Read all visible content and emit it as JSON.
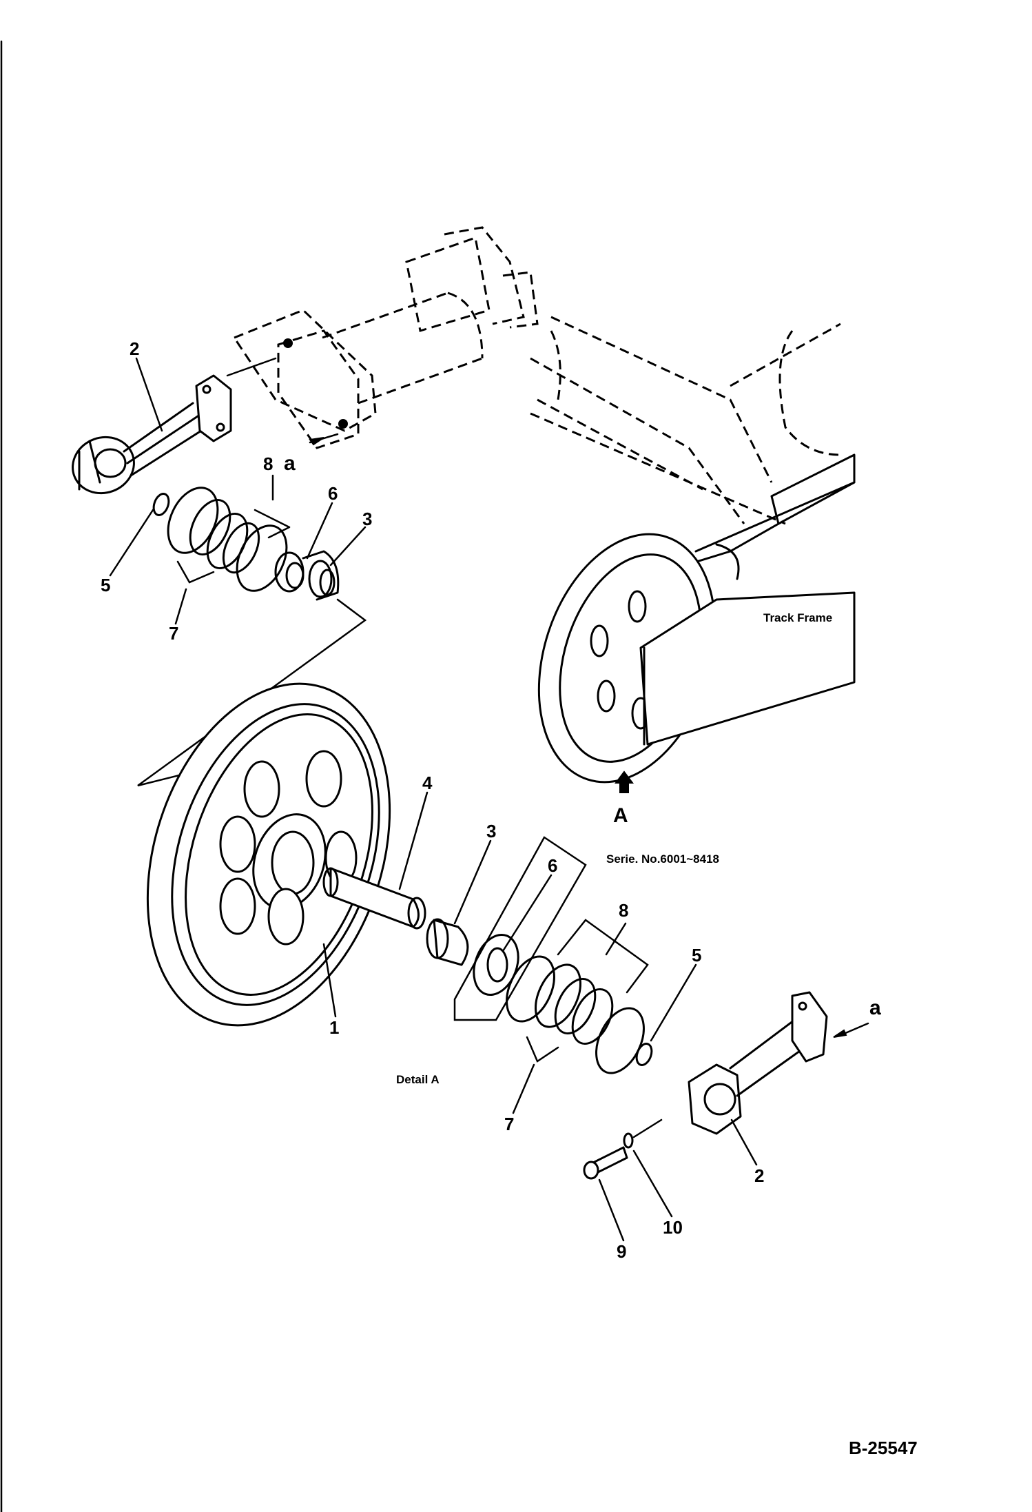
{
  "part_numbers": [
    "1",
    "2",
    "2",
    "3",
    "3",
    "4",
    "5",
    "5",
    "6",
    "6",
    "7",
    "7",
    "8",
    "8",
    "9",
    "10"
  ],
  "callouts": {
    "wheel": "1",
    "yoke_top": "2",
    "yoke_bottom": "2",
    "collar_top": "3",
    "collar_bottom": "3",
    "shaft": "4",
    "oring_top": "5",
    "oring_bottom": "5",
    "bushing_top": "6",
    "bushing_bottom": "6",
    "seal_top": "7",
    "seal_bottom": "7",
    "seal_group_top": "8",
    "seal_group_bottom": "8",
    "bolt": "9",
    "washer": "10"
  },
  "labels": {
    "view_marker": "a",
    "view_marker_bottom": "a",
    "track_frame": "Track Frame",
    "detail_ref": "A",
    "serial": "Serie. No.6001~8418",
    "detail": "Detail A",
    "drawing_code": "B-25547"
  }
}
